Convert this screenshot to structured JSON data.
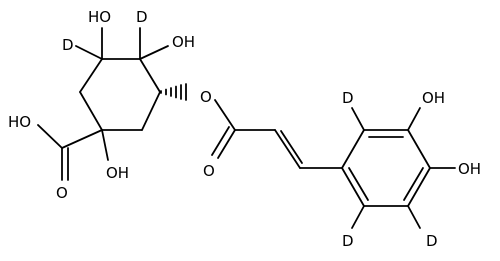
{
  "molecule": {
    "atom_labels": {
      "ho_top": "HO",
      "d_top": "D",
      "oh_top": "OH",
      "d_left": "D",
      "ester_o": "O",
      "ho_acid": "HO",
      "oh_ring": "OH",
      "o_carbonyl_acid": "O",
      "o_carbonyl_ester": "O",
      "d_aromatic_top": "D",
      "oh_aromatic_top": "OH",
      "oh_aromatic_right": "OH",
      "d_aromatic_bottom_left": "D",
      "d_aromatic_bottom_right": "D"
    }
  }
}
